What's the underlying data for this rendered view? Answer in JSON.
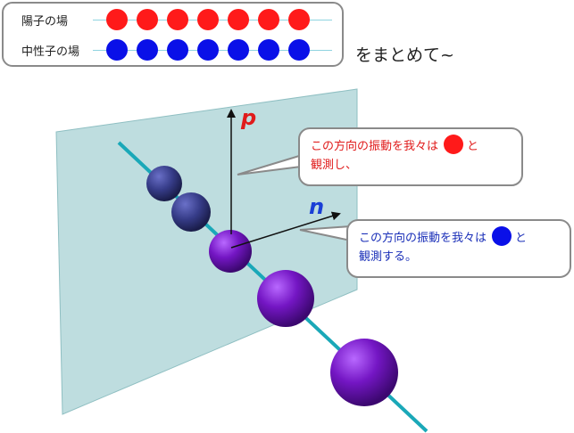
{
  "legend": {
    "rows": [
      {
        "label": "陽子の場",
        "color": "#ff1a1a",
        "count": 7
      },
      {
        "label": "中性子の場",
        "color": "#0a10e8",
        "count": 7
      }
    ]
  },
  "summary_text": "をまとめて~",
  "axes": {
    "p": {
      "label": "p",
      "color": "#e01b1b"
    },
    "n": {
      "label": "n",
      "color": "#1a3fd6"
    }
  },
  "callouts": [
    {
      "line1": "この方向の振動を我々は",
      "line2": "と",
      "line3": "観測し、",
      "dot_color": "#ff1a1a",
      "text_color": "#e01b1b"
    },
    {
      "line1": "この方向の振動を我々は",
      "line2": "と",
      "line3": "観測する。",
      "dot_color": "#0a10e8",
      "text_color": "#1a2fb8"
    }
  ],
  "colors": {
    "plane": "#a8d2d4",
    "string": "#1aa8b8",
    "sphere_dark": "#3a3f8f",
    "sphere_purple": "#7a18c8"
  }
}
